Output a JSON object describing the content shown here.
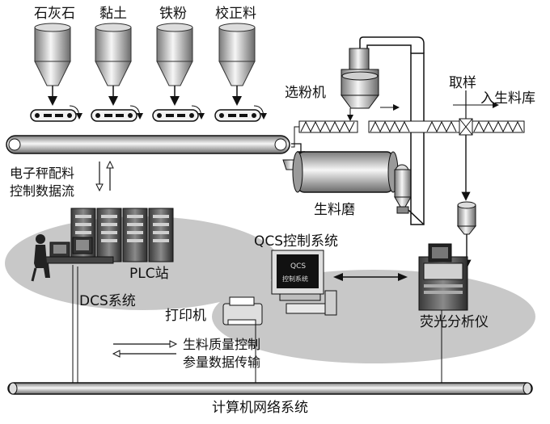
{
  "hoppers": [
    "石灰石",
    "黏土",
    "铁粉",
    "校正料"
  ],
  "labels": {
    "separator": "选粉机",
    "sampling": "取样",
    "to_storage": "入生料库",
    "scale_flow_line1": "电子秤配料",
    "scale_flow_line2": "控制数据流",
    "raw_mill": "生料磨",
    "plc": "PLC站",
    "dcs": "DCS系统",
    "qcs": "QCS控制系统",
    "printer": "打印机",
    "quality_line1": "生料质量控制",
    "quality_line2": "参量数据传输",
    "xrf": "荧光分析仪",
    "network": "计算机网络系统",
    "qcs_screen_title": "QCS",
    "qcs_screen_sub": "控制系统"
  },
  "colors": {
    "ellipse": "#c9c9c9",
    "metal_dark": "#6f6f6f",
    "metal_light": "#f4f4f4",
    "line": "#111111"
  }
}
